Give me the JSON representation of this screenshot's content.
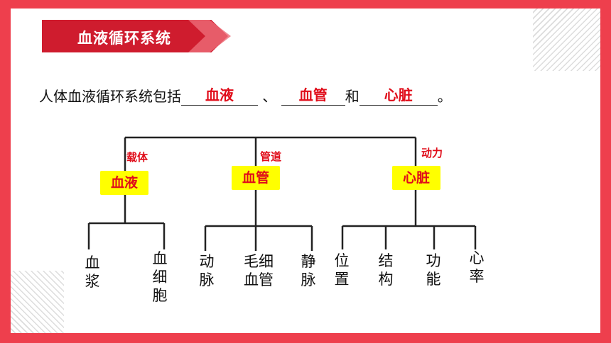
{
  "title": "血液循环系统",
  "sentence": {
    "lead": "人体血液循环系统包括",
    "blank1": "血液",
    "sep1": "、",
    "blank2": "血管",
    "sep2": "和",
    "blank3": "心脏",
    "end": "。"
  },
  "tree": {
    "branches": [
      {
        "role": "载体",
        "node": "血液",
        "leaves": [
          "血浆",
          "血细胞"
        ]
      },
      {
        "role": "管道",
        "node": "血管",
        "leaves": [
          "动脉",
          "毛细血管",
          "静脉"
        ]
      },
      {
        "role": "动力",
        "node": "心脏",
        "leaves": [
          "位置",
          "结构",
          "功能",
          "心率"
        ]
      }
    ]
  },
  "colors": {
    "frame": "#ee3f4d",
    "banner": "#cf1c2e",
    "answer": "#e00d1a",
    "highlight": "#ffff00"
  }
}
